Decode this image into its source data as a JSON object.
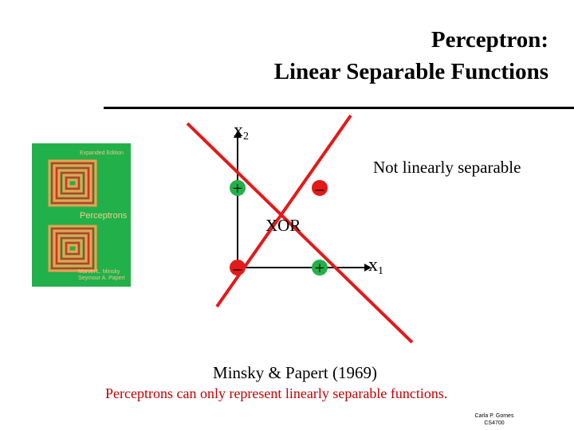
{
  "title": {
    "line1": "Perceptron:",
    "line2": "Linear Separable Functions"
  },
  "book_cover": {
    "edition": "Expanded Edition",
    "title": "Perceptrons",
    "authors": [
      "Marvin L. Minsky",
      "Seymour A. Papert"
    ]
  },
  "diagram": {
    "x2_label": "x",
    "x2_subscript": "2",
    "x1_label": "x",
    "x1_subscript": "1",
    "xor_label": "XOR",
    "not_separable_label": "Not linearly separable",
    "points": [
      {
        "x": 0,
        "y": 1,
        "sign": "+",
        "class_color": "#22b04a"
      },
      {
        "x": 1,
        "y": 1,
        "sign": "–",
        "class_color": "#e21a1a"
      },
      {
        "x": 0,
        "y": 0,
        "sign": "–",
        "class_color": "#e21a1a"
      },
      {
        "x": 1,
        "y": 0,
        "sign": "+",
        "class_color": "#22b04a"
      }
    ],
    "separator_color": "#e21a1a"
  },
  "reference": "Minsky & Papert (1969)",
  "statement": "Perceptrons can only represent linearly separable functions.",
  "credit": [
    "Carla P. Gomes",
    "CS4700"
  ]
}
